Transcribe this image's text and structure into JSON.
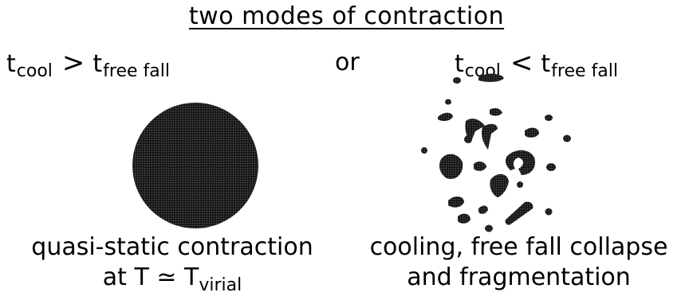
{
  "title": "two modes of contraction",
  "left_condition": {
    "t": "t",
    "sub_cool": "cool",
    "operator": ">",
    "t2": "t",
    "sub_freefall": "free fall"
  },
  "or_label": "or",
  "right_condition": {
    "t": "t",
    "sub_cool": "cool",
    "operator": "<",
    "t2": "t",
    "sub_freefall": "free fall"
  },
  "left_caption": {
    "line1": "quasi-static contraction",
    "line2_prefix": "at  T ≃ T",
    "line2_sub": "virial"
  },
  "right_caption": {
    "line1": "cooling, free fall collapse",
    "line2": "and fragmentation"
  },
  "colors": {
    "ink": "#000000",
    "sphere": "#2b2b2b",
    "background": "#ffffff"
  }
}
